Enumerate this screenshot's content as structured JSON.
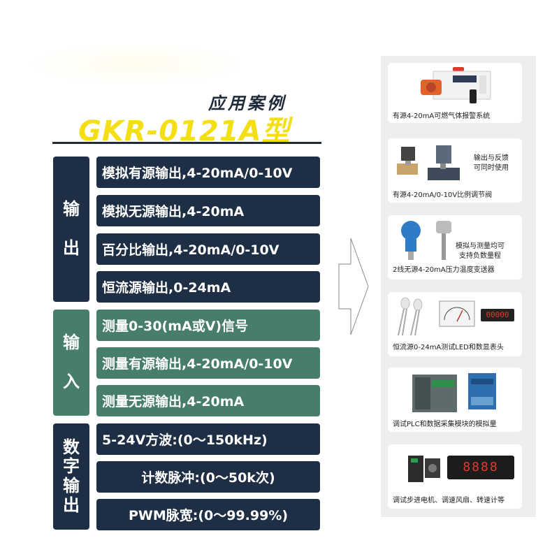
{
  "heading": {
    "subtitle": "应用案例",
    "model": "GKR-0121A型"
  },
  "groups": {
    "output": {
      "label": [
        "输",
        "出"
      ],
      "color": "#1e2f45"
    },
    "input": {
      "label": [
        "输",
        "入"
      ],
      "color": "#467d6c"
    },
    "digital": {
      "label": [
        "数",
        "字",
        "输",
        "出"
      ],
      "color": "#1e2f45"
    }
  },
  "output_items": [
    "模拟有源输出,4-20mA/0-10V",
    "模拟无源输出,4-20mA",
    "百分比输出,4-20mA/0-10V",
    "恒流源输出,0-24mA"
  ],
  "input_items": [
    "测量0-30(mA或V)信号",
    "测量有源输出,4-20mA/0-10V",
    "测量无源输出,4-20mA"
  ],
  "digital_items": [
    "5-24V方波:(0～150kHz)",
    "计数脉冲:(0～50k次)",
    "PWM脉宽:(0～99.99%)"
  ],
  "cases": [
    {
      "caption": "有源4-20mA可燃气体报警系统"
    },
    {
      "caption": "有源4-20mA/0-10V比例调节阀",
      "note": [
        "输出与反馈",
        "可同时使用"
      ]
    },
    {
      "caption": "2线无源4-20mA压力温度变送器",
      "note": [
        "模拟与测量均可",
        "支持负数量程"
      ]
    },
    {
      "caption": "恒流源0-24mA测试LED和数显表头",
      "display": "00000"
    },
    {
      "caption": "调试PLC和数据采集模块的模拟量"
    },
    {
      "caption": "调试步进电机、调速风扇、转速计等",
      "display": "8888"
    }
  ],
  "colors": {
    "dark": "#1e2f45",
    "green": "#467d6c",
    "accent": "#f3df14"
  }
}
